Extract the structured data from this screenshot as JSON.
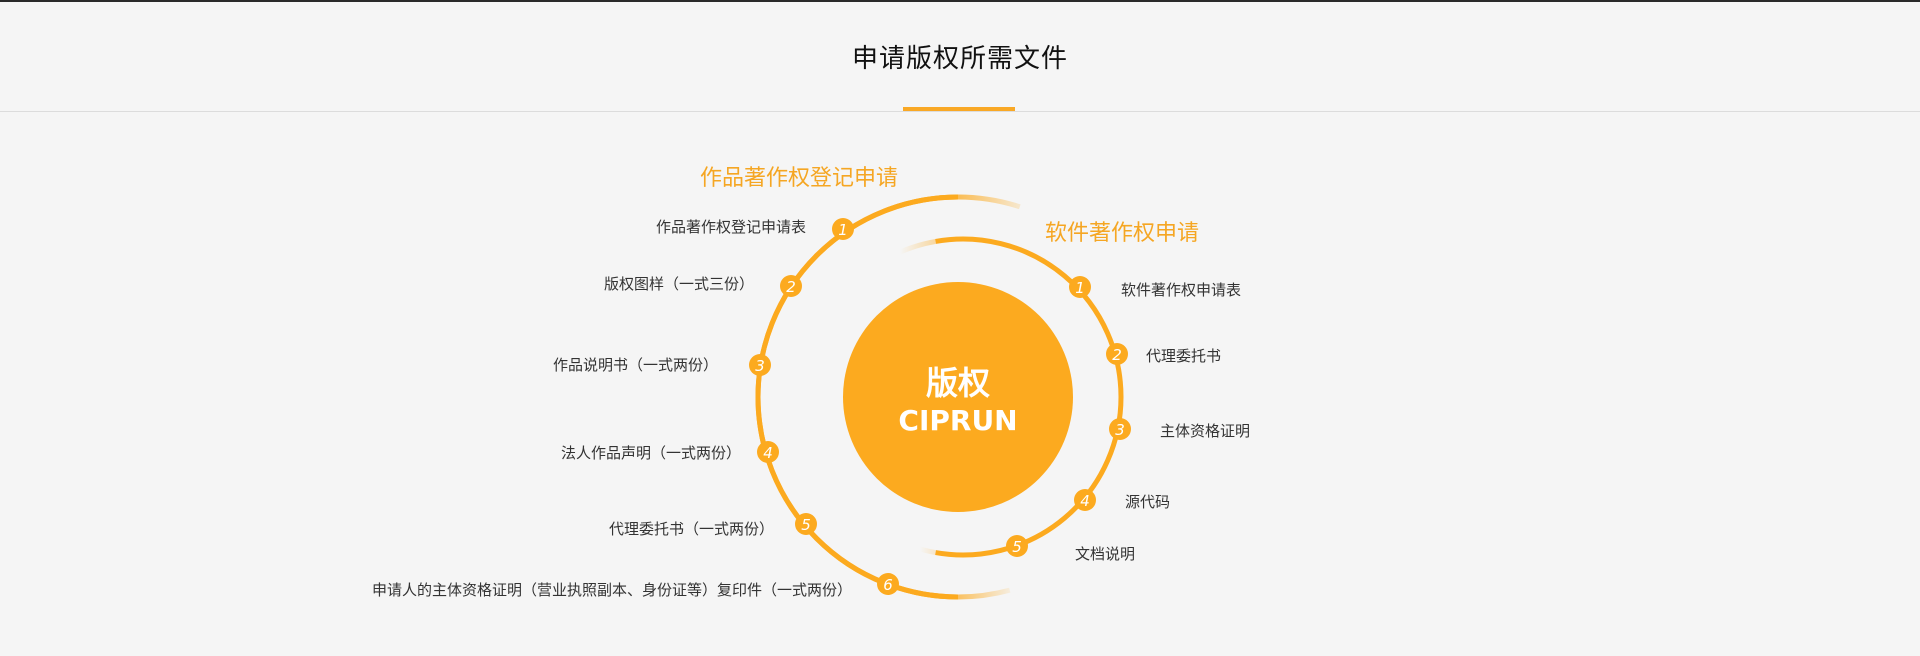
{
  "header": {
    "title": "申请版权所需文件"
  },
  "colors": {
    "accent": "#f9a825",
    "ring": "#fcaa1f",
    "text": "#333333",
    "title_orange": "#f5a623"
  },
  "center": {
    "title_cn": "版权",
    "title_en": "CIPRUN"
  },
  "works_registration": {
    "title": "作品著作权登记申请",
    "items": [
      {
        "number": "1",
        "label": "作品著作权登记申请表"
      },
      {
        "number": "2",
        "label": "版权图样（一式三份）"
      },
      {
        "number": "3",
        "label": "作品说明书（一式两份）"
      },
      {
        "number": "4",
        "label": "法人作品声明（一式两份）"
      },
      {
        "number": "5",
        "label": "代理委托书（一式两份）"
      },
      {
        "number": "6",
        "label": "申请人的主体资格证明（营业执照副本、身份证等）复印件（一式两份）"
      }
    ]
  },
  "software_registration": {
    "title": "软件著作权申请",
    "items": [
      {
        "number": "1",
        "label": "软件著作权申请表"
      },
      {
        "number": "2",
        "label": "代理委托书"
      },
      {
        "number": "3",
        "label": "主体资格证明"
      },
      {
        "number": "4",
        "label": "源代码"
      },
      {
        "number": "5",
        "label": "文档说明"
      }
    ]
  }
}
